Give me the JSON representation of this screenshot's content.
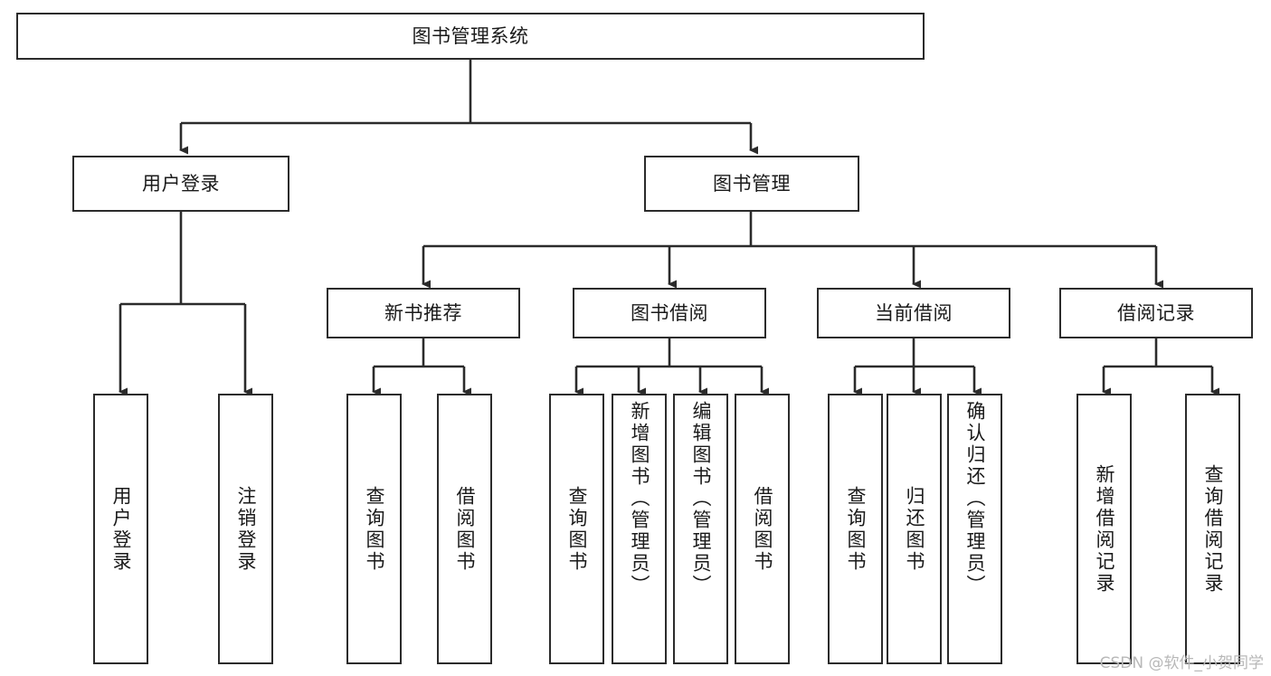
{
  "diagram": {
    "type": "tree-hierarchy-diagram",
    "title": "图书管理系统",
    "watermark": "CSDN @软件_小贺同学",
    "colors": {
      "box_border": "#2b2b2b",
      "box_fill": "#ffffff",
      "connector": "#2b2b2b",
      "text": "#1a1a1a",
      "watermark": "#b8b8b8"
    },
    "nodes": {
      "root": {
        "label": "图书管理系统"
      },
      "level2": [
        {
          "label": "用户登录"
        },
        {
          "label": "图书管理"
        }
      ],
      "level3": [
        {
          "label": "新书推荐"
        },
        {
          "label": "图书借阅"
        },
        {
          "label": "当前借阅"
        },
        {
          "label": "借阅记录"
        }
      ],
      "leaves": {
        "user_login": [
          {
            "label": "用户登录"
          },
          {
            "label": "注销登录"
          }
        ],
        "new_book_recommend": [
          {
            "label": "查询图书"
          },
          {
            "label": "借阅图书"
          }
        ],
        "book_borrow": [
          {
            "label": "查询图书"
          },
          {
            "label": "新增图书（管理员）"
          },
          {
            "label": "编辑图书（管理员）"
          },
          {
            "label": "借阅图书"
          }
        ],
        "current_borrow": [
          {
            "label": "查询图书"
          },
          {
            "label": "归还图书"
          },
          {
            "label": "确认归还（管理员）"
          }
        ],
        "borrow_record": [
          {
            "label": "新增借阅记录"
          },
          {
            "label": "查询借阅记录"
          }
        ]
      }
    }
  }
}
